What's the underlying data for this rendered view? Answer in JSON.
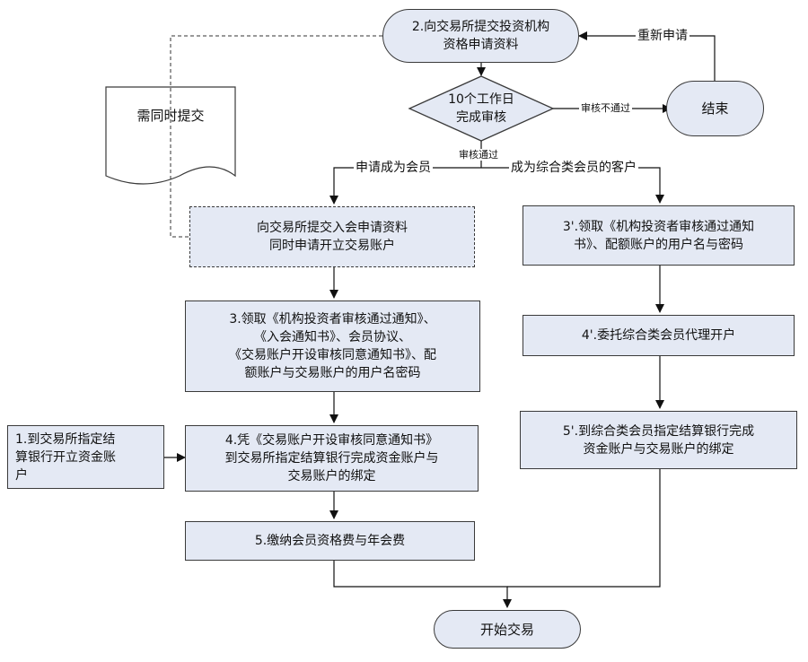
{
  "nodes": {
    "step2": "2.向交易所提交投资机构\n资格申请资料",
    "decision": "10个工作日\n完成审核",
    "end": "结束",
    "doc_note": "需同时提交",
    "submit_member": "向交易所提交入会申请资料\n同时申请开立交易账户",
    "step3": "3.领取《机构投资者审核通过通知》、\n《入会通知书》、会员协议、\n《交易账户开设审核同意通知书》、配\n额账户与交易账户的用户名密码",
    "step1": "1.到交易所指定结\n算银行开立资金账\n户",
    "step4": "4.凭《交易账户开设审核同意通知书》\n到交易所指定结算银行完成资金账户与\n交易账户的绑定",
    "step5": "5.缴纳会员资格费与年会费",
    "step3p": "3'.领取《机构投资者审核通过通知\n书》、配额账户的用户名与密码",
    "step4p": "4'.委托综合类会员代理开户",
    "step5p": "5'.到综合类会员指定结算银行完成\n资金账户与交易账户的绑定",
    "start_trade": "开始交易"
  },
  "labels": {
    "reapply": "重新申请",
    "not_passed": "审核不通过",
    "passed": "审核通过",
    "apply_member": "申请成为会员",
    "become_client": "成为综合类会员的客户"
  }
}
